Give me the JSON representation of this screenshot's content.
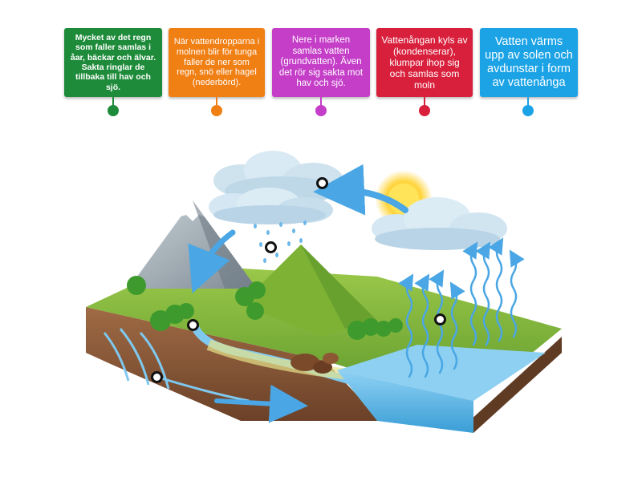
{
  "labels": [
    {
      "id": "rivers",
      "text": "Mycket av det regn som faller samlas i åar, bäckar och älvar. Sakta ringlar de tillbaka till hav och sjö.",
      "color": "#1e8b3a"
    },
    {
      "id": "precipitation",
      "text": "När vattendropparna i molnen blir för tunga faller de ner som regn, snö eller hagel (nederbörd).",
      "color": "#f07f14"
    },
    {
      "id": "groundwater",
      "text": "Nere i marken samlas vatten (grundvatten). Även det rör sig sakta mot hav och sjö.",
      "color": "#c43ec8"
    },
    {
      "id": "condensation",
      "text": "Vattenångan kyls av (kondenserar), klumpar ihop sig och samlas som moln",
      "color": "#d8203c"
    },
    {
      "id": "evaporation",
      "text": "Vatten värms upp av solen och avdunstar i form av vattenånga",
      "color": "#1ba3e6"
    }
  ],
  "colors": {
    "sky_cloud": "#dcecf5",
    "sun": "#ffd43a",
    "arrow": "#3d9be0",
    "grass": "#8bbf3a",
    "soil": "#8a5a3a",
    "water": "#5bb7e8"
  }
}
